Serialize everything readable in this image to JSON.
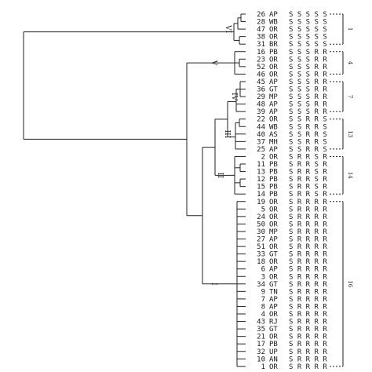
{
  "leaves": [
    {
      "no": "26",
      "st": "AP",
      "r": "S S S S S"
    },
    {
      "no": "28",
      "st": "WB",
      "r": "S S S S S"
    },
    {
      "no": "47",
      "st": "OR",
      "r": "S S S S S"
    },
    {
      "no": "38",
      "st": "OR",
      "r": "S S S S S"
    },
    {
      "no": "31",
      "st": "BR",
      "r": "S S S S S"
    },
    {
      "no": "16",
      "st": "PB",
      "r": "S S S R R"
    },
    {
      "no": "23",
      "st": "OR",
      "r": "S S S R R"
    },
    {
      "no": "52",
      "st": "OR",
      "r": "S S S R R"
    },
    {
      "no": "46",
      "st": "OR",
      "r": "S S S R R"
    },
    {
      "no": "45",
      "st": "AP",
      "r": "S S S R R"
    },
    {
      "no": "36",
      "st": "GT",
      "r": "S S S R R"
    },
    {
      "no": "29",
      "st": "MP",
      "r": "S S S R R"
    },
    {
      "no": "48",
      "st": "AP",
      "r": "S S S R R"
    },
    {
      "no": "39",
      "st": "AP",
      "r": "S S S R R"
    },
    {
      "no": "22",
      "st": "OR",
      "r": "S S R R S"
    },
    {
      "no": "44",
      "st": "WB",
      "r": "S S R R S"
    },
    {
      "no": "40",
      "st": "AS",
      "r": "S S R R S"
    },
    {
      "no": "37",
      "st": "MH",
      "r": "S S R R S"
    },
    {
      "no": "25",
      "st": "AP",
      "r": "S S R R S"
    },
    {
      "no": "2",
      "st": "OR",
      "r": "S R R S R"
    },
    {
      "no": "11",
      "st": "PB",
      "r": "S R R S R"
    },
    {
      "no": "13",
      "st": "PB",
      "r": "S R R S R"
    },
    {
      "no": "12",
      "st": "PB",
      "r": "S R R S R"
    },
    {
      "no": "15",
      "st": "PB",
      "r": "S R R S R"
    },
    {
      "no": "14",
      "st": "PB",
      "r": "S R R S R"
    },
    {
      "no": "19",
      "st": "OR",
      "r": "S R R R R"
    },
    {
      "no": "5",
      "st": "OR",
      "r": "S R R R R"
    },
    {
      "no": "24",
      "st": "OR",
      "r": "S R R R R"
    },
    {
      "no": "50",
      "st": "OR",
      "r": "S R R R R"
    },
    {
      "no": "30",
      "st": "MP",
      "r": "S R R R R"
    },
    {
      "no": "27",
      "st": "AP",
      "r": "S R R R R"
    },
    {
      "no": "51",
      "st": "OR",
      "r": "S R R R R"
    },
    {
      "no": "33",
      "st": "GT",
      "r": "S R R R R"
    },
    {
      "no": "18",
      "st": "OR",
      "r": "S R R R R"
    },
    {
      "no": "6",
      "st": "AP",
      "r": "S R R R R"
    },
    {
      "no": "3",
      "st": "OR",
      "r": "S R R R R"
    },
    {
      "no": "34",
      "st": "GT",
      "r": "S R R R R"
    },
    {
      "no": "9",
      "st": "TN",
      "r": "S R R R R"
    },
    {
      "no": "7",
      "st": "AP",
      "r": "S R R R R"
    },
    {
      "no": "8",
      "st": "AP",
      "r": "S R R R R"
    },
    {
      "no": "4",
      "st": "OR",
      "r": "S R R R R"
    },
    {
      "no": "43",
      "st": "RJ",
      "r": "S R R R R"
    },
    {
      "no": "35",
      "st": "GT",
      "r": "S R R R R"
    },
    {
      "no": "21",
      "st": "OR",
      "r": "S R R R R"
    },
    {
      "no": "17",
      "st": "PB",
      "r": "S R R R R"
    },
    {
      "no": "32",
      "st": "UP",
      "r": "S R R R R"
    },
    {
      "no": "10",
      "st": "AN",
      "r": "S R R R R"
    },
    {
      "no": "1",
      "st": "OR",
      "r": "S R R R R"
    }
  ],
  "clusters": [
    {
      "label": "VI",
      "first": 0,
      "last": 4
    },
    {
      "label": "V",
      "first": 5,
      "last": 8
    },
    {
      "label": "IV",
      "first": 9,
      "last": 13
    },
    {
      "label": "III",
      "first": 14,
      "last": 18
    },
    {
      "label": "II",
      "first": 19,
      "last": 24
    },
    {
      "label": "I",
      "first": 25,
      "last": 47
    }
  ],
  "groups": [
    {
      "label": "1",
      "first": 0,
      "last": 4
    },
    {
      "label": "4",
      "first": 5,
      "last": 8
    },
    {
      "label": "7",
      "first": 9,
      "last": 13
    },
    {
      "label": "13",
      "first": 14,
      "last": 18
    },
    {
      "label": "14",
      "first": 19,
      "last": 24
    },
    {
      "label": "16",
      "first": 25,
      "last": 47
    }
  ]
}
